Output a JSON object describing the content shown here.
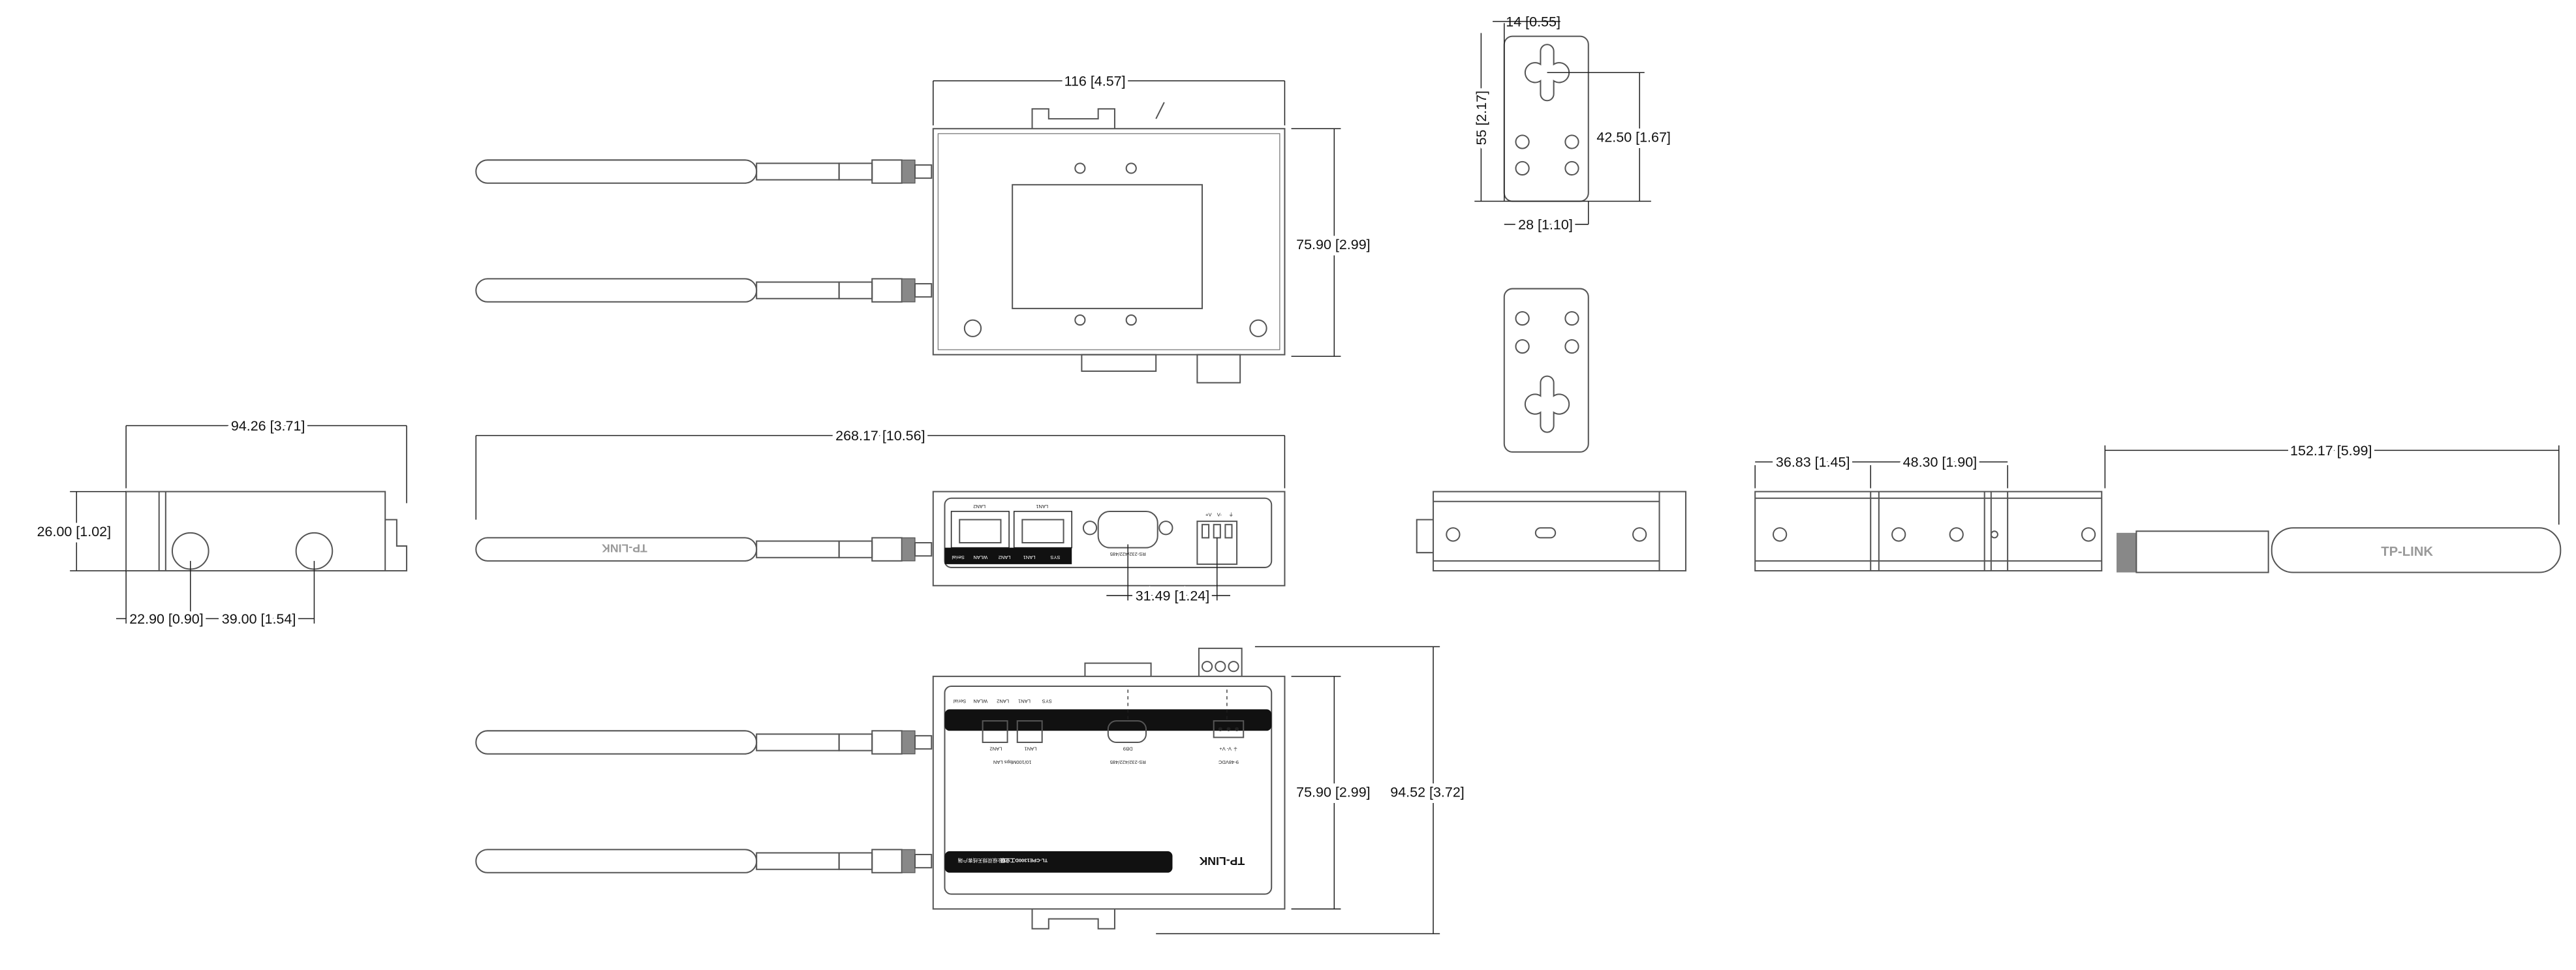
{
  "title": "TL-CPE1300D dimension drawing",
  "dimensions": {
    "top_width": "116 [4.57]",
    "top_height": "75.90 [2.99]",
    "bracket_hole_offset": "14 [0.55]",
    "bracket_height": "55 [2.17]",
    "bracket_hole_height": "42.50 [1.67]",
    "bracket_width": "28 [1.10]",
    "side_length": "94.26 [3.71]",
    "side_height": "26.00 [1.02]",
    "side_knob1": "22.90 [0.90]",
    "side_knob_spacing": "39.00 [1.54]",
    "overall_length": "268.17 [10.56]",
    "connector_spacing": "31.49 [1.24]",
    "rail_left": "36.83 [1.45]",
    "rail_width": "48.30 [1.90]",
    "antenna_length": "152.17 [5.99]",
    "bottom_height": "75.90 [2.99]",
    "bottom_overall_height": "94.52 [3.72]"
  },
  "front_panel": {
    "port_lan2": "LAN2",
    "port_lan1": "LAN1",
    "serial_label": "RS-232/422/485",
    "power_pins": [
      "+V",
      "V-",
      "⏚"
    ],
    "leds": [
      "Serial",
      "WLAN",
      "LAN2",
      "LAN1",
      "SYS"
    ]
  },
  "bottom_label": {
    "leds": [
      "Serial",
      "WLAN",
      "LAN2",
      "LAN1",
      "SYS"
    ],
    "lan2": "LAN2",
    "lan1": "LAN1",
    "lan_group": "10/100Mbps LAN",
    "db9": "DB9",
    "serial": "RS-232/422/485",
    "power_pins": "⏚ V- V+",
    "power": "9-48VDC",
    "model": "TL-CPE1300D工业级",
    "description": "工业级双频无线客户端",
    "brand": "TP-LINK"
  },
  "antenna_logo": "TP-LINK"
}
